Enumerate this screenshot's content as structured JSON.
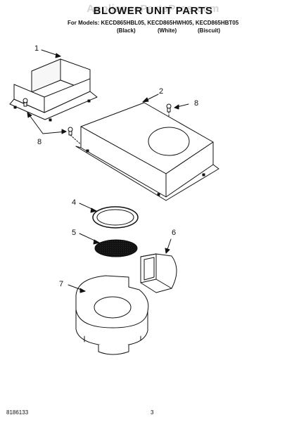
{
  "watermark": "AppliancePartsPros.com",
  "title": "BLOWER UNIT PARTS",
  "models_line": "For Models: KECD865HBL05, KECD865HWH05, KECD865HBT05",
  "colors": [
    "(Black)",
    "(White)",
    "(Biscuit)"
  ],
  "callouts": {
    "c1": "1",
    "c2": "2",
    "c8a": "8",
    "c8b": "8",
    "c4": "4",
    "c5": "5",
    "c6": "6",
    "c7": "7"
  },
  "footer": {
    "part_number": "8186133",
    "page_number": "3"
  }
}
